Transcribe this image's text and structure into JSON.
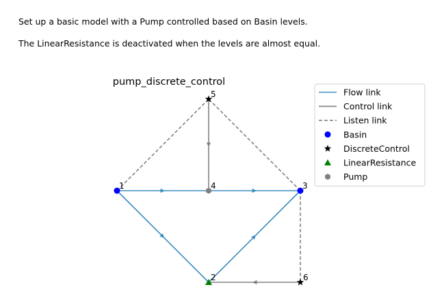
{
  "description": {
    "line1": "Set up a basic model with a Pump controlled based on Basin levels.",
    "line2": "The LinearResistance is deactivated when the levels are almost equal."
  },
  "diagram": {
    "title": "pump_discrete_control",
    "colors": {
      "flow_link": "#3b8dc0",
      "control_link": "#808080",
      "listen_link": "#808080",
      "Basin": "#0000ff",
      "DiscreteControl": "#000000",
      "LinearResistance": "#008000",
      "Pump": "#808080"
    },
    "nodes": [
      {
        "id": "1",
        "type": "Basin"
      },
      {
        "id": "2",
        "type": "LinearResistance"
      },
      {
        "id": "3",
        "type": "Basin"
      },
      {
        "id": "4",
        "type": "Pump"
      },
      {
        "id": "5",
        "type": "DiscreteControl"
      },
      {
        "id": "6",
        "type": "DiscreteControl"
      }
    ],
    "links": [
      {
        "from": "1",
        "to": "4",
        "kind": "flow"
      },
      {
        "from": "4",
        "to": "3",
        "kind": "flow"
      },
      {
        "from": "1",
        "to": "2",
        "kind": "flow"
      },
      {
        "from": "2",
        "to": "3",
        "kind": "flow"
      },
      {
        "from": "5",
        "to": "4",
        "kind": "control"
      },
      {
        "from": "6",
        "to": "2",
        "kind": "control"
      },
      {
        "from": "1",
        "to": "5",
        "kind": "listen"
      },
      {
        "from": "3",
        "to": "5",
        "kind": "listen"
      },
      {
        "from": "3",
        "to": "6",
        "kind": "listen"
      }
    ],
    "legend": [
      {
        "label": "Flow link",
        "symbol": "line-solid",
        "icon": "flow-link-icon"
      },
      {
        "label": "Control link",
        "symbol": "line-solid-gray",
        "icon": "control-link-icon"
      },
      {
        "label": "Listen link",
        "symbol": "line-dashed",
        "icon": "listen-link-icon"
      },
      {
        "label": "Basin",
        "symbol": "circle",
        "icon": "basin-icon"
      },
      {
        "label": "DiscreteControl",
        "symbol": "star",
        "icon": "discrete-control-icon"
      },
      {
        "label": "LinearResistance",
        "symbol": "triangle",
        "icon": "linear-resistance-icon"
      },
      {
        "label": "Pump",
        "symbol": "hexagon",
        "icon": "pump-icon"
      }
    ]
  }
}
